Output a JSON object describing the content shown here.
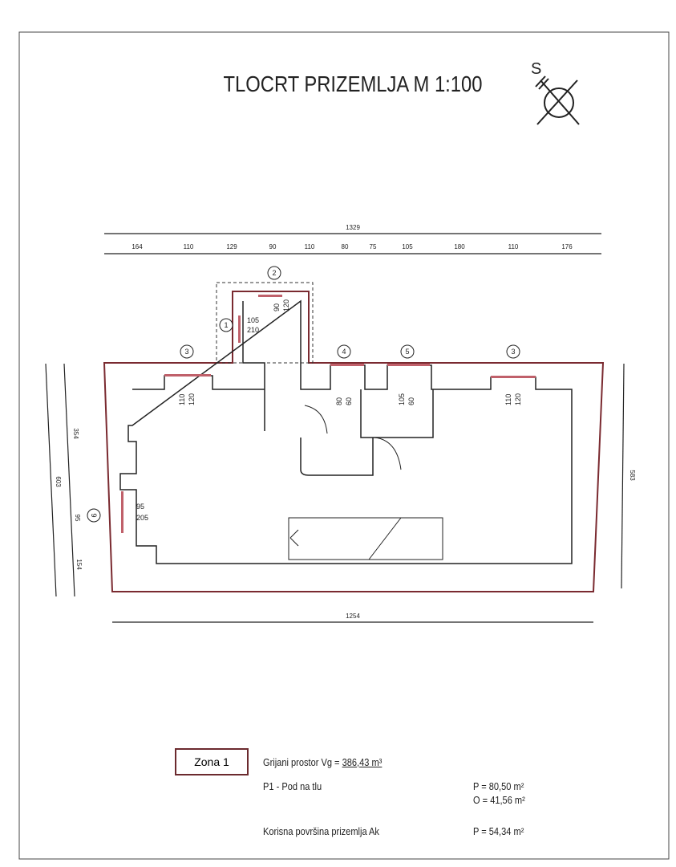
{
  "title": "TLOCRT PRIZEMLJA M 1:100",
  "north_label": "S",
  "dims": {
    "top_total": "1329",
    "top_segments": [
      "164",
      "110",
      "129",
      "90",
      "110",
      "80",
      "75",
      "105",
      "180",
      "110",
      "176"
    ],
    "bottom_total": "1254",
    "left_total": "603",
    "left_segments": [
      "354",
      "95",
      "154"
    ],
    "right_total": "583"
  },
  "openings": [
    {
      "tag": "1",
      "w": "105",
      "h": "210"
    },
    {
      "tag": "2",
      "w": "90",
      "h": "120"
    },
    {
      "tag": "3",
      "w": "110",
      "h": "120"
    },
    {
      "tag": "4",
      "w": "80",
      "h": "60"
    },
    {
      "tag": "5",
      "w": "105",
      "h": "60"
    },
    {
      "tag": "3",
      "w": "110",
      "h": "120"
    },
    {
      "tag": "9",
      "w": "95",
      "h": "205"
    }
  ],
  "legend": {
    "zone": "Zona 1",
    "heated_label": "Grijani prostor Vg =",
    "heated_value": "386,43 m³",
    "floor_label": "P1 - Pod na tlu",
    "floor_p": "P = 80,50 m²",
    "floor_o": "O = 41,56 m²",
    "usable_label": "Korisna površina prizemlja Ak",
    "usable_p": "P = 54,34 m²"
  },
  "colors": {
    "wall": "#7a2a30",
    "line": "#222222"
  }
}
